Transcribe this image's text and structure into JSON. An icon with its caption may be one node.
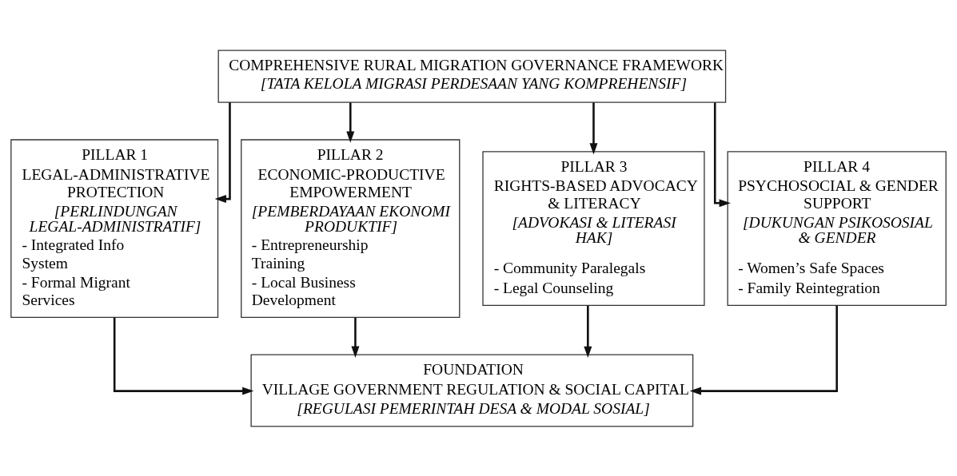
{
  "diagram": {
    "nodes": [
      {
        "text": [
          "COMPREHENSIVE RURAL MIGRATION GOVERNANCE FRAMEWORK",
          "[TATA KELOLA MIGRASI PERDESAAN YANG KOMPREHENSIF]"
        ]
      },
      {
        "text": [
          "PILLAR 1",
          "LEGAL-ADMINISTRATIVE PROTECTION",
          "[PERLINDUNGAN LEGAL-ADMINISTRATIF]",
          "- Integrated Info System",
          "- Formal Migrant Services"
        ]
      },
      {
        "text": [
          "PILLAR 2",
          "ECONOMIC-PRODUCTIVE EMPOWERMENT",
          "[PEMBERDAYAAN EKONOMI PRODUKTIF]",
          "- Entrepreneurship Training",
          "- Local Business Development"
        ]
      },
      {
        "text": [
          "PILLAR 3",
          "RIGHTS-BASED ADVOCACY & LITERACY",
          "[ADVOKASI & LITERASI HAK]",
          "- Community Paralegals",
          "- Legal Counseling"
        ]
      },
      {
        "text": [
          "PILLAR 4",
          "PSYCHOSOCIAL & GENDER SUPPORT",
          "[DUKUNGAN PSIKOSOSIAL & GENDER",
          "- Women’s Safe Spaces",
          "- Family Reintegration"
        ]
      },
      {
        "text": [
          "FOUNDATION",
          "VILLAGE GOVERNMENT REGULATION & SOCIAL CAPITAL",
          "[REGULASI PEMERINTAH DESA & MODAL SOSIAL]"
        ]
      }
    ],
    "edges": [
      {
        "from": 0,
        "to": 1,
        "arrow": "to"
      },
      {
        "from": 0,
        "to": 2,
        "arrow": "to"
      },
      {
        "from": 0,
        "to": 3,
        "arrow": "to"
      },
      {
        "from": 0,
        "to": 4,
        "arrow": "to"
      },
      {
        "from": 1,
        "to": 5,
        "arrow": "to"
      },
      {
        "from": 2,
        "to": 5,
        "arrow": "to"
      },
      {
        "from": 3,
        "to": 5,
        "arrow": "to"
      },
      {
        "from": 4,
        "to": 5,
        "arrow": "to"
      }
    ]
  }
}
